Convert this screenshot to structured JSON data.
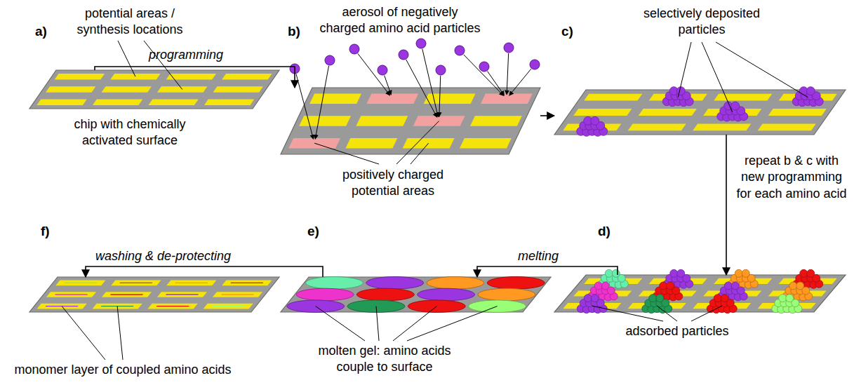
{
  "diagram": {
    "nodes": [
      {
        "text": [
          "a)"
        ]
      },
      {
        "text": [
          "b)"
        ]
      },
      {
        "text": [
          "c)"
        ]
      },
      {
        "text": [
          "d)"
        ]
      },
      {
        "text": [
          "e)"
        ]
      },
      {
        "text": [
          "f)"
        ]
      }
    ],
    "edges": [
      {
        "from": 0,
        "to": 1,
        "label": "programming",
        "arrow": "to"
      },
      {
        "from": 1,
        "to": 2,
        "arrow": "to"
      },
      {
        "from": 2,
        "to": 3,
        "label": "repeat b & c with new programming for each amino acid",
        "arrow": "to"
      },
      {
        "from": 3,
        "to": 4,
        "label": "melting",
        "arrow": "to"
      },
      {
        "from": 4,
        "to": 5,
        "label": "washing & de-protecting",
        "arrow": "to"
      }
    ],
    "labels": [
      "potential areas / synthesis locations",
      "chip with chemically activated surface",
      "aerosol of negatively charged amino acid particles",
      "positively charged potential areas",
      "selectively deposited particles",
      "adsorbed particles",
      "molten gel: amino acids couple to surface",
      "monomer layer of coupled amino acids"
    ]
  }
}
